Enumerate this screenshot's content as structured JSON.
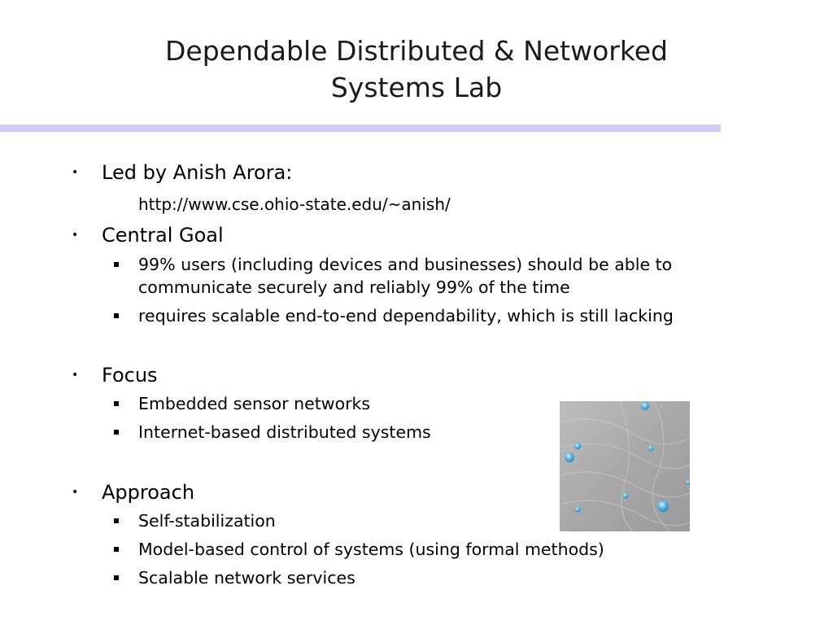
{
  "slide": {
    "title_lines": [
      "Dependable Distributed & Networked",
      "Systems Lab"
    ],
    "accent_color": "#ccccff"
  },
  "led": {
    "label": "Led by Anish Arora:",
    "url": "http://www.cse.ohio-state.edu/~anish/"
  },
  "goal": {
    "label": "Central Goal",
    "items": [
      "99% users (including devices and businesses) should be able to",
      "communicate securely and reliably 99% of the time",
      "requires scalable end-to-end dependability, which is still lacking"
    ]
  },
  "focus": {
    "label": "Focus",
    "items": [
      "Embedded sensor networks",
      "Internet-based distributed systems"
    ]
  },
  "approach": {
    "label": "Approach",
    "items": [
      "Self-stabilization",
      "Model-based control of systems (using formal methods)",
      "Scalable network services"
    ]
  },
  "bullet_glyph": "•",
  "image": {
    "icon": "water-droplets-image",
    "colors": [
      "#a9a9a9",
      "#5ab4e6"
    ]
  }
}
